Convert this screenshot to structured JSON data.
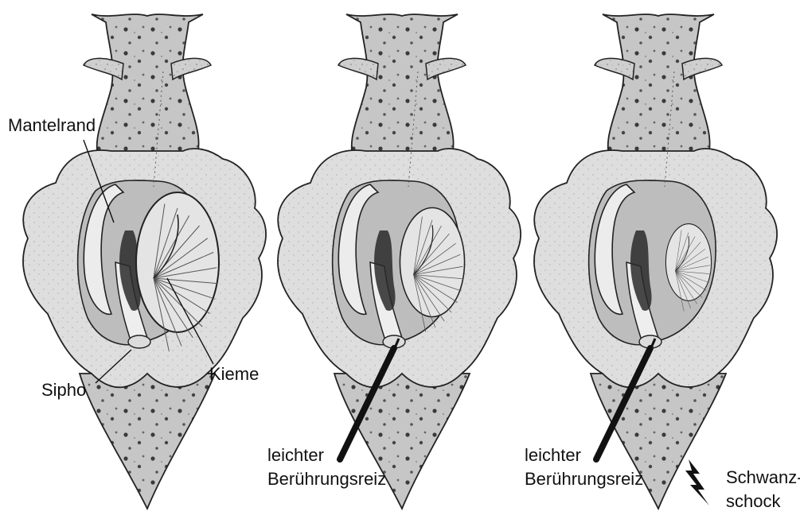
{
  "panels": [
    {
      "labels": {
        "mantle": "Mantelrand",
        "siphon": "Sipho",
        "gill": "Kieme"
      },
      "gill_state": "relaxed",
      "stimulus": false,
      "tail_shock": false
    },
    {
      "labels": {
        "touch_line1": "leichter",
        "touch_line2": "Berührungsreiz"
      },
      "gill_state": "partially retracted",
      "stimulus": true,
      "tail_shock": false
    },
    {
      "labels": {
        "touch_line1": "leichter",
        "touch_line2": "Berührungsreiz",
        "shock_line1": "Schwanz-",
        "shock_line2": "schock"
      },
      "gill_state": "strongly retracted",
      "stimulus": true,
      "tail_shock": true
    }
  ],
  "icons": {
    "stimulus": "probe-stick-icon",
    "shock": "lightning-bolt-icon"
  }
}
